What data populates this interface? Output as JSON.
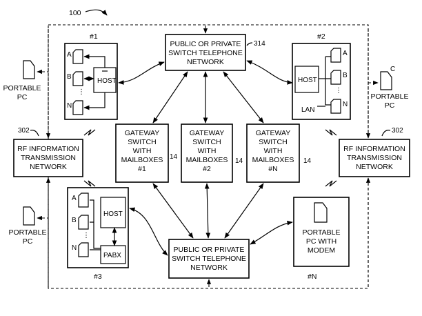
{
  "figure_label": "100",
  "networks": {
    "top": [
      "PUBLIC OR PRIVATE",
      "SWITCH TELEPHONE",
      "NETWORK"
    ],
    "top_ref": "314",
    "bottom": [
      "PUBLIC OR PRIVATE",
      "SWITCH TELEPHONE",
      "NETWORK"
    ]
  },
  "gateways": [
    {
      "lines": [
        "GATEWAY",
        "SWITCH",
        "WITH",
        "MAILBOXES",
        "#1"
      ],
      "ref": "14"
    },
    {
      "lines": [
        "GATEWAY",
        "SWITCH",
        "WITH",
        "MAILBOXES",
        "#2"
      ],
      "ref": "14"
    },
    {
      "lines": [
        "GATEWAY",
        "SWITCH",
        "WITH",
        "MAILBOXES",
        "#N"
      ],
      "ref": "14"
    }
  ],
  "rf_networks": {
    "left": {
      "lines": [
        "RF INFORMATION",
        "TRANSMISSION",
        "NETWORK"
      ],
      "ref": "302"
    },
    "right": {
      "lines": [
        "RF INFORMATION",
        "TRANSMISSION",
        "NETWORK"
      ],
      "ref": "302"
    }
  },
  "sites": {
    "site1": {
      "label": "#1",
      "host": "HOST",
      "terminals": [
        "A",
        "B",
        "N"
      ]
    },
    "site2": {
      "label": "#2",
      "host": "HOST",
      "lan": "LAN",
      "terminals": [
        "A",
        "B",
        "N"
      ]
    },
    "site3": {
      "label": "#3",
      "host": "HOST",
      "pabx": "PABX",
      "terminals": [
        "A",
        "B",
        "N"
      ]
    },
    "siteN": {
      "label": "#N",
      "lines": [
        "PORTABLE",
        "PC WITH",
        "MODEM"
      ]
    }
  },
  "portables": {
    "top_left": [
      "PORTABLE",
      "PC"
    ],
    "top_right": {
      "tag": "C",
      "lines": [
        "PORTABLE",
        "PC"
      ]
    },
    "bottom_left": [
      "PORTABLE",
      "PC"
    ]
  }
}
